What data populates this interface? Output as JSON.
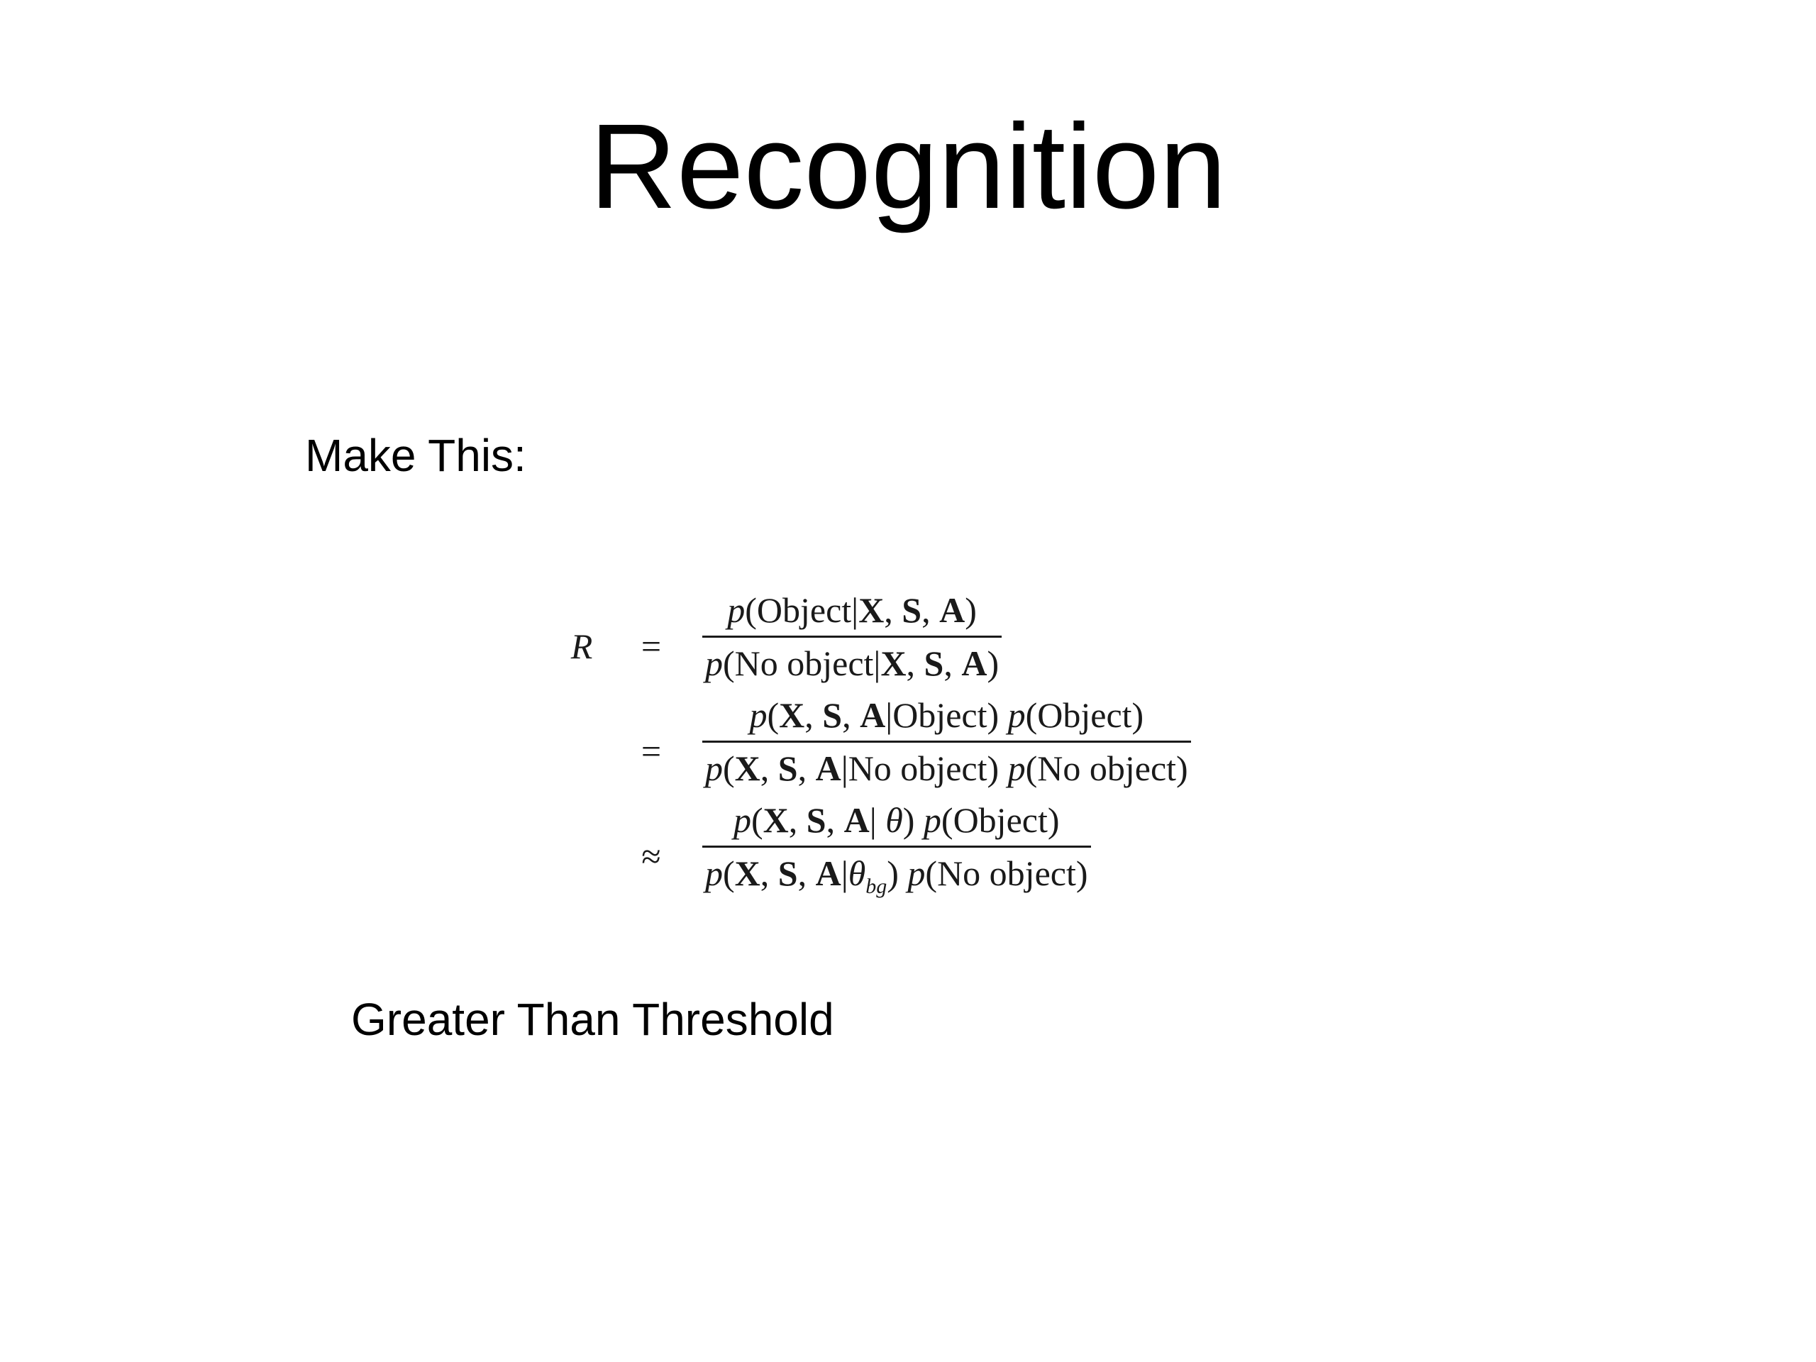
{
  "slide": {
    "title": "Recognition",
    "intro": "Make This:",
    "footer": "Greater Than Threshold"
  },
  "equation": {
    "lhs": "R",
    "rows": [
      {
        "relation": "=",
        "numerator": "p(Object|X, S, A)",
        "denominator": "p(No object|X, S, A)"
      },
      {
        "relation": "=",
        "numerator": "p(X, S, A|Object) p(Object)",
        "denominator": "p(X, S, A|No object) p(No object)"
      },
      {
        "relation": "≈",
        "numerator": "p(X, S, A| θ) p(Object)",
        "denominator": "p(X, S, A|θbg) p(No object)"
      }
    ]
  }
}
